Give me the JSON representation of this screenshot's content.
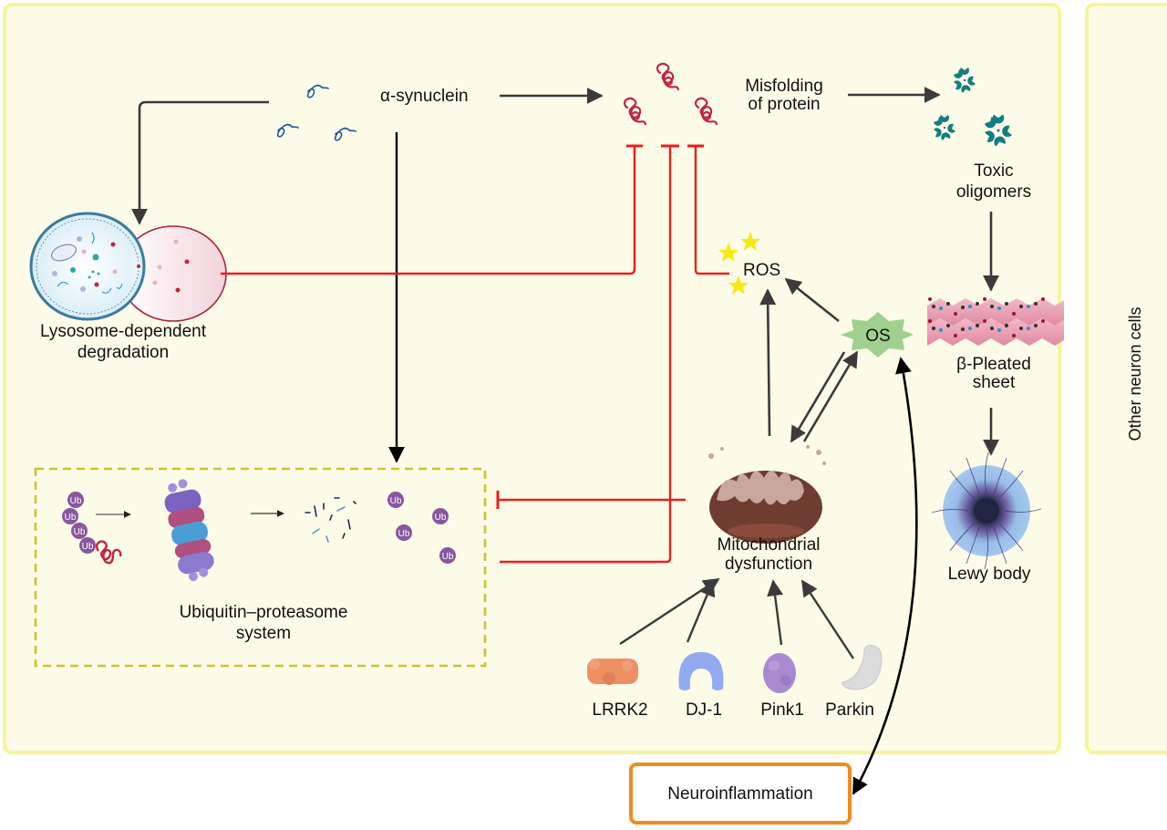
{
  "panels": {
    "main_cell": {
      "fill": "#fcfbe8",
      "border": "#f5f59a"
    },
    "other_cells": {
      "label": "Other neuron cells",
      "fill": "#fcfbe8",
      "border": "#f5f59a"
    }
  },
  "nodes": {
    "alpha_synuclein": {
      "label": "α-synuclein",
      "icon": "unfolded-protein-icon"
    },
    "misfolding": {
      "label_lines": [
        "Misfolding",
        "of protein"
      ],
      "icon": "misfolded-protein-icon"
    },
    "toxic_oligomers": {
      "label_lines": [
        "Toxic",
        "oligomers"
      ],
      "icon": "oligomer-icon"
    },
    "beta_sheet": {
      "label_lines": [
        "β-Pleated",
        "sheet"
      ],
      "icon": "beta-sheet-icon"
    },
    "lewy_body": {
      "label": "Lewy body",
      "icon": "lewy-body-icon"
    },
    "lysosome": {
      "label_lines": [
        "Lysosome-dependent",
        "degradation"
      ],
      "icon": "lysosome-icon"
    },
    "ups": {
      "label_lines": [
        "Ubiquitin–proteasome",
        "system"
      ],
      "ub_label": "Ub",
      "icon": "proteasome-icon"
    },
    "ros": {
      "label": "ROS",
      "icon": "star-icon"
    },
    "os": {
      "label": "OS",
      "icon": "starburst-icon"
    },
    "mito": {
      "label_lines": [
        "Mitochondrial",
        "dysfunction"
      ],
      "icon": "mitochondrion-icon"
    },
    "genes": [
      {
        "label": "LRRK2",
        "color": "#ee8f64"
      },
      {
        "label": "DJ-1",
        "color": "#92aaf0"
      },
      {
        "label": "Pink1",
        "color": "#a98ad0"
      },
      {
        "label": "Parkin",
        "color": "#dcdcdc"
      }
    ],
    "neuroinflammation": {
      "label": "Neuroinflammation",
      "border": "#f08c1e"
    }
  },
  "colors": {
    "activation_arrow": "#3b3b3b",
    "inhibition_line": "#ee1c1c",
    "ups_dash": "#cfc22a",
    "ros_star": "#f7ea14",
    "os_fill": "#9fd08e",
    "misfold_protein": "#c0263f",
    "synuclein": "#2255a4",
    "oligomer": "#127e82",
    "ub": "#8a56a0"
  }
}
